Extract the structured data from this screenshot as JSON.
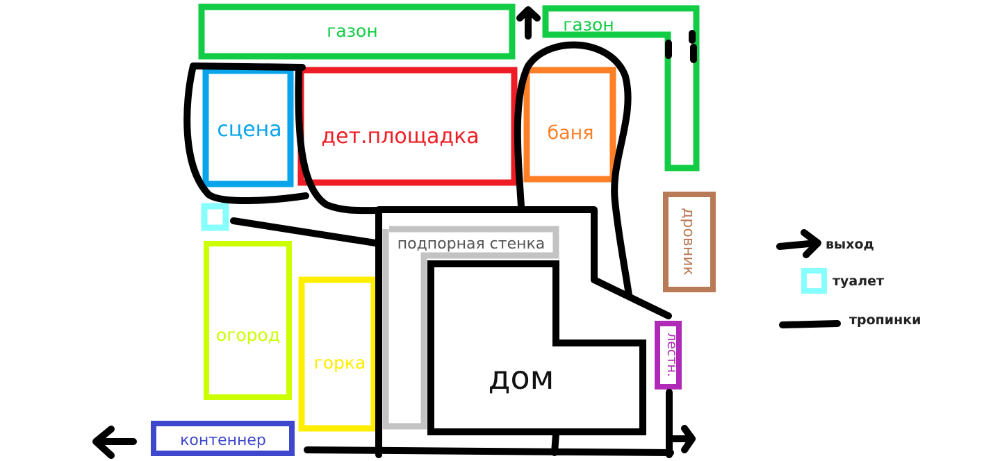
{
  "colors": {
    "lawn": "#11cc44",
    "stage": "#0aa4ea",
    "playground": "#ee1c24",
    "sauna": "#ff7f27",
    "woodshed": "#b97a57",
    "toilet": "#88ffff",
    "garden": "#ccff00",
    "slide": "#ffee00",
    "retaining_wall": "#c3c3c3",
    "house": "#000000",
    "stairs": "#b02ab8",
    "container": "#3f48cc",
    "path": "#000000"
  },
  "zones": {
    "lawn_1": "газон",
    "lawn_2": "газон",
    "stage": "сцена",
    "playground": "дет.площадка",
    "sauna": "баня",
    "woodshed": "дровник",
    "garden": "огород",
    "slide": "горка",
    "retaining_wall": "подпорная стенка",
    "house": "дом",
    "stairs": "лестн.",
    "container": "контеннер"
  },
  "legend": {
    "exit": "выход",
    "toilet": "туалет",
    "paths": "тропинки"
  }
}
